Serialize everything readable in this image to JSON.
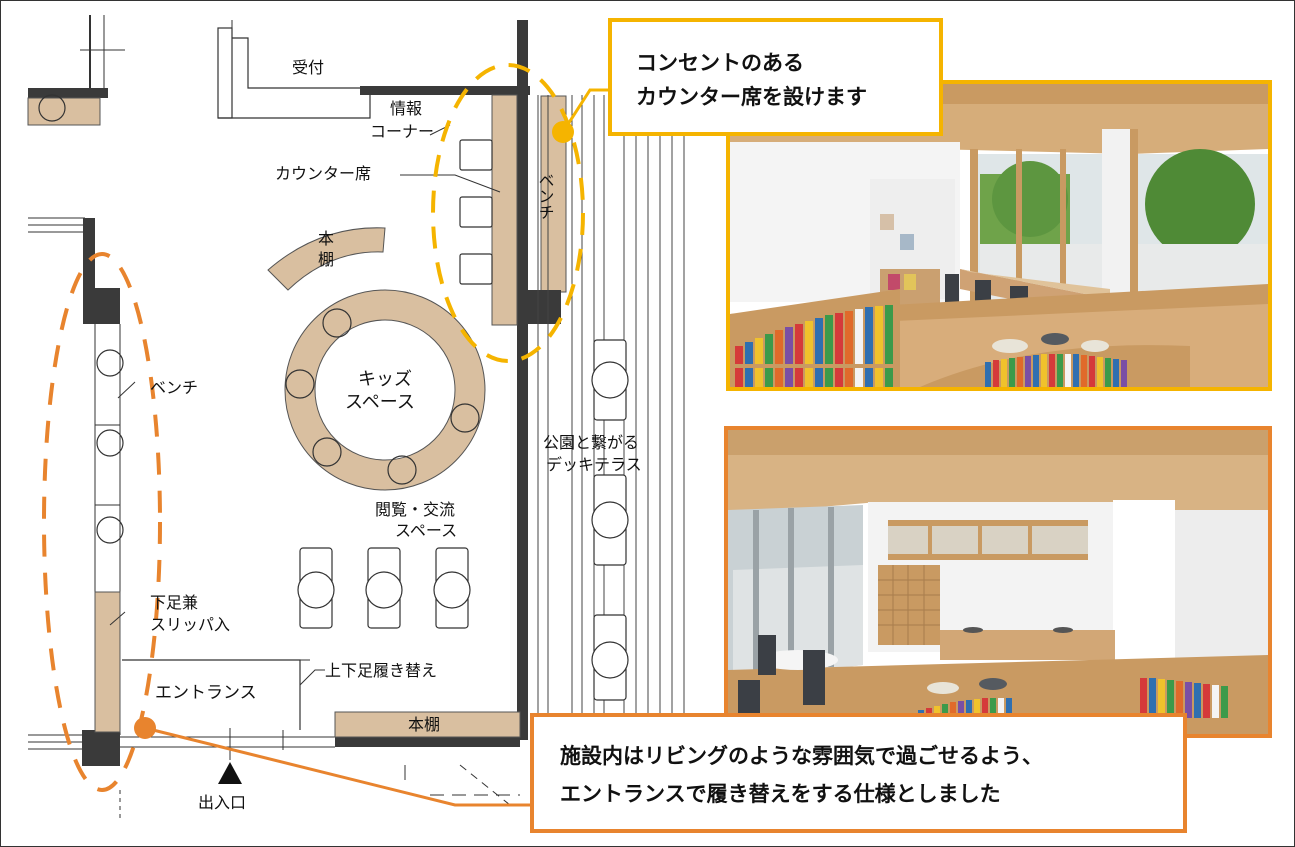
{
  "colors": {
    "wall": "#3a3a3a",
    "wood": "#d9bfa0",
    "furniture_edge": "#555555",
    "highlight_yellow": "#f5b400",
    "highlight_orange": "#e8842e"
  },
  "plan": {
    "labels": {
      "reception": "受付",
      "info_corner_1": "情報",
      "info_corner_2": "コーナー",
      "counter_seat": "カウンター席",
      "bench_right": "ベンチ",
      "bookshelf_curve_1": "本",
      "bookshelf_curve_2": "棚",
      "kids_1": "キッズ",
      "kids_2": "スペース",
      "bench_left": "ベンチ",
      "deck_1": "公園と繋がる",
      "deck_2": "デッキテラス",
      "reading_1": "閲覧・交流",
      "reading_2": "スペース",
      "shoe_1": "下足兼",
      "shoe_2": "スリッパ入",
      "change_shoes": "上下足履き替え",
      "entrance": "エントランス",
      "bookshelf_bottom": "本棚",
      "exit": "出入口"
    }
  },
  "callouts": {
    "top_line1": "コンセントのある",
    "top_line2": "カウンター席を設けます",
    "bottom_line1": "施設内はリビングのような雰囲気で過ごせるよう、",
    "bottom_line2": "エントランスで履き替えをする仕様としました"
  }
}
